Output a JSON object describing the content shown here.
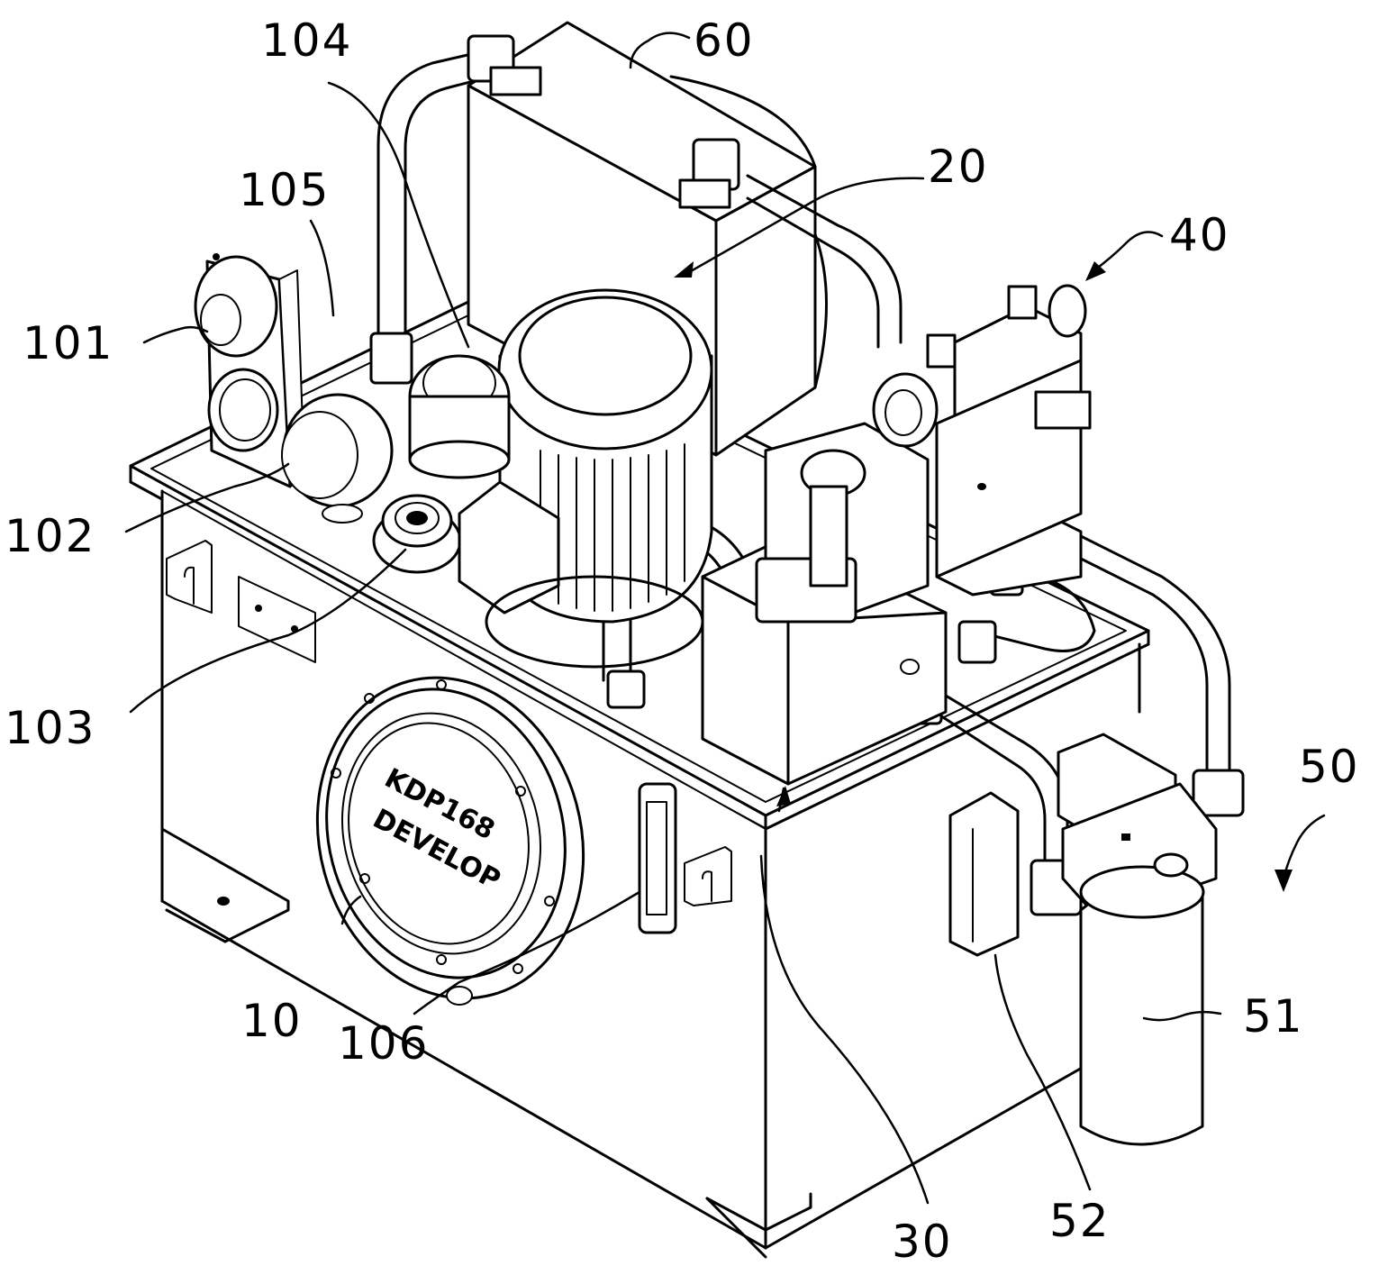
{
  "labels": {
    "l10": "10",
    "l20": "20",
    "l30": "30",
    "l40": "40",
    "l50": "50",
    "l51": "51",
    "l52": "52",
    "l60": "60",
    "l101": "101",
    "l102": "102",
    "l103": "103",
    "l104": "104",
    "l105": "105",
    "l106": "106"
  },
  "nameplate": {
    "line1": "KDP168",
    "line2": "DEVELOP"
  },
  "colors": {
    "line": "#000000",
    "background": "#ffffff"
  }
}
